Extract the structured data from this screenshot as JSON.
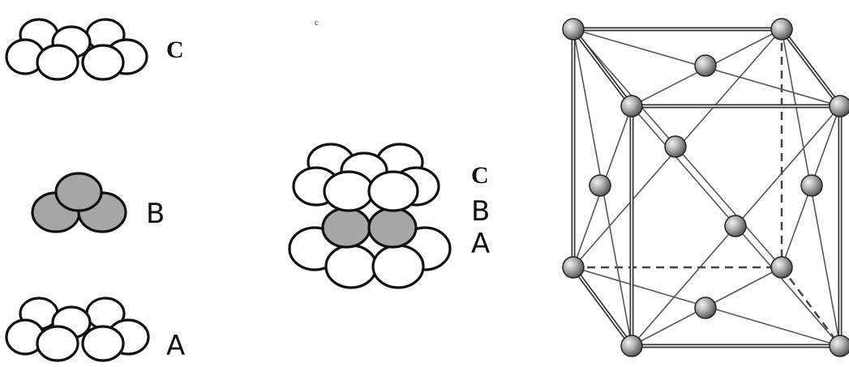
{
  "layers": {
    "top_label": "C",
    "middle_label": "B",
    "bottom_label": "A"
  },
  "stack_labels": {
    "c": "C",
    "b": "B",
    "a": "A"
  },
  "colors": {
    "sphere_white": "#ffffff",
    "sphere_gray": "#a6a6a6",
    "outline": "#111111",
    "lattice_atom": "#9a9a9a"
  }
}
